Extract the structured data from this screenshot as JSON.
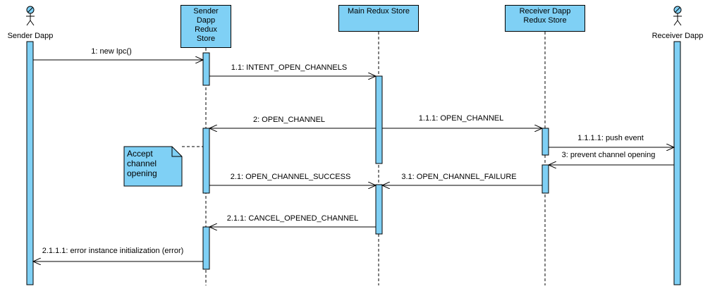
{
  "participants": {
    "sender_dapp": "Sender Dapp",
    "sender_store": [
      "Sender",
      "Dapp",
      "Redux",
      "Store"
    ],
    "main_store": "Main Redux Store",
    "receiver_store": [
      "Receiver Dapp",
      "Redux Store"
    ],
    "receiver_dapp": "Receiver Dapp"
  },
  "messages": {
    "m1": "1: new Ipc()",
    "m1_1": "1.1: INTENT_OPEN_CHANNELS",
    "m2": "2: OPEN_CHANNEL",
    "m1_1_1": "1.1.1:  OPEN_CHANNEL",
    "m1_1_1_1": "1.1.1.1: push event",
    "m3": "3: prevent channel opening",
    "m2_1": "2.1: OPEN_CHANNEL_SUCCESS",
    "m3_1": "3.1: OPEN_CHANNEL_FAILURE",
    "m2_1_1": "2.1.1: CANCEL_OPENED_CHANNEL",
    "m2_1_1_1": "2.1.1.1: error instance initialization (error)"
  },
  "note": {
    "text": "Accept\nchannel\nopening"
  },
  "colors": {
    "fill": "#7fd0f5",
    "stroke": "#000000",
    "note_fill": "#7fd0f5"
  }
}
